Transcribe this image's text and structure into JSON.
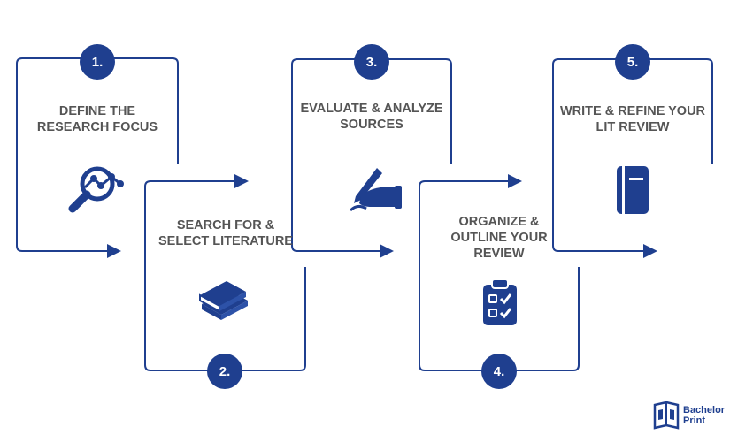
{
  "steps": [
    {
      "number": "1.",
      "label_lines": [
        "DEFINE THE",
        "RESEARCH FOCUS"
      ],
      "icon": "search-analytics-icon"
    },
    {
      "number": "2.",
      "label_lines": [
        "SEARCH FOR &",
        "SELECT LITERATURE"
      ],
      "icon": "books-icon"
    },
    {
      "number": "3.",
      "label_lines": [
        "EVALUATE & ANALYZE",
        "SOURCES"
      ],
      "icon": "writing-hand-icon"
    },
    {
      "number": "4.",
      "label_lines": [
        "ORGANIZE &",
        "OUTLINE YOUR",
        "REVIEW"
      ],
      "icon": "checklist-clipboard-icon"
    },
    {
      "number": "5.",
      "label_lines": [
        "WRITE & REFINE YOUR",
        "LIT REVIEW"
      ],
      "icon": "notebook-icon"
    }
  ],
  "brand": {
    "line1": "Bachelor",
    "line2": "Print"
  },
  "colors": {
    "primary": "#1f3f8f",
    "text": "#555555"
  }
}
